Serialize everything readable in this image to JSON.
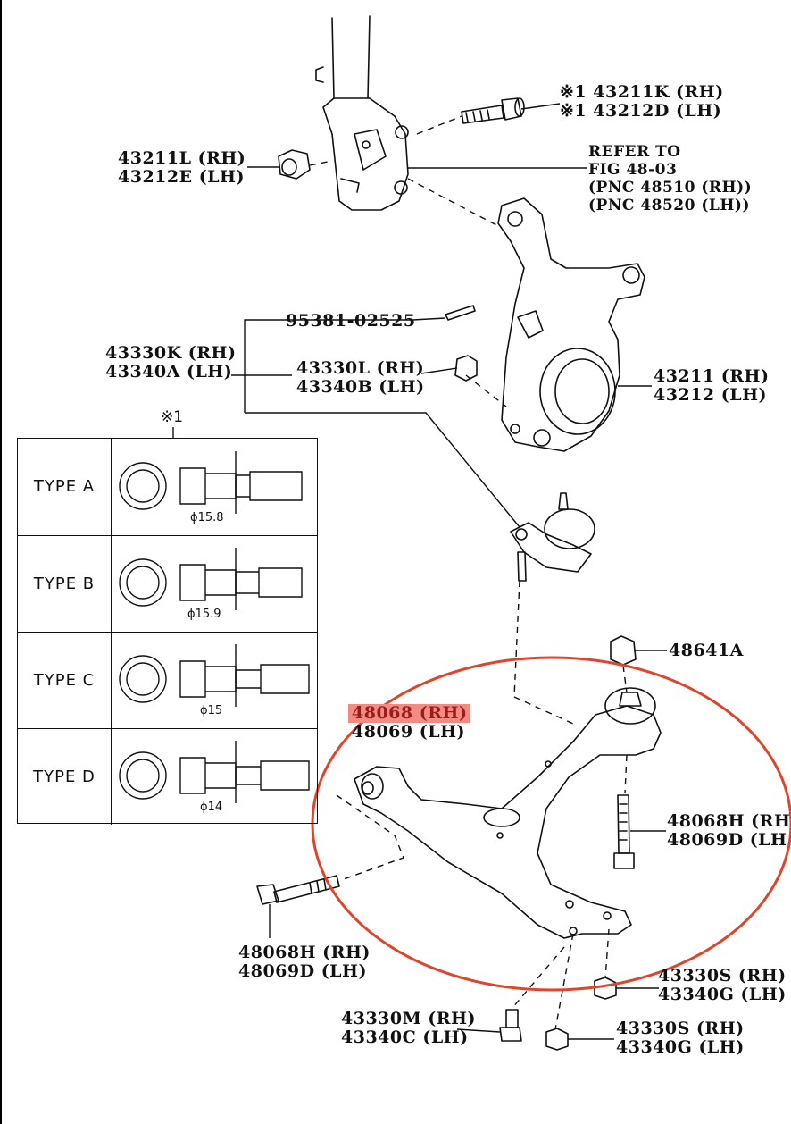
{
  "labels": {
    "bolt_top_rh": "※1 43211K (RH)",
    "bolt_top_lh": "※1 43212D (LH)",
    "nut_top_rh": "43211L (RH)",
    "nut_top_lh": "43212E (LH)",
    "refer_1": "REFER TO",
    "refer_2": "FIG 48-03",
    "refer_3": "(PNC 48510 (RH))",
    "refer_4": "(PNC 48520 (LH))",
    "cotter_pin": "95381-02525",
    "joint_rh": "43330K (RH)",
    "joint_lh": "43340A (LH)",
    "nut_joint_rh": "43330L (RH)",
    "nut_joint_lh": "43340B (LH)",
    "knuckle_rh": "43211 (RH)",
    "knuckle_lh": "43212 (LH)",
    "nut_arm": "48641A",
    "arm_rh": "48068 (RH)",
    "arm_lh": "48069 (LH)",
    "bolt_right_rh": "48068H (RH",
    "bolt_right_lh": "48069D (LH",
    "bolt_left_rh": "48068H (RH)",
    "bolt_left_lh": "48069D (LH)",
    "bolt_bottom_rh": "43330M (RH)",
    "bolt_bottom_lh": "43340C (LH)",
    "nut_bottom1_rh": "43330S (RH)",
    "nut_bottom1_lh": "43340G (LH)",
    "nut_bottom2_rh": "43330S (RH)",
    "nut_bottom2_lh": "43340G (LH)"
  },
  "table": {
    "note": "※1",
    "rows": [
      {
        "type": "TYPE A",
        "diameter": "ϕ15.8"
      },
      {
        "type": "TYPE B",
        "diameter": "ϕ15.9"
      },
      {
        "type": "TYPE C",
        "diameter": "ϕ15"
      },
      {
        "type": "TYPE D",
        "diameter": "ϕ14"
      }
    ]
  },
  "colors": {
    "line": "#111111",
    "highlight_circle": "#e0452b",
    "highlight_fill": "#f28b82"
  }
}
